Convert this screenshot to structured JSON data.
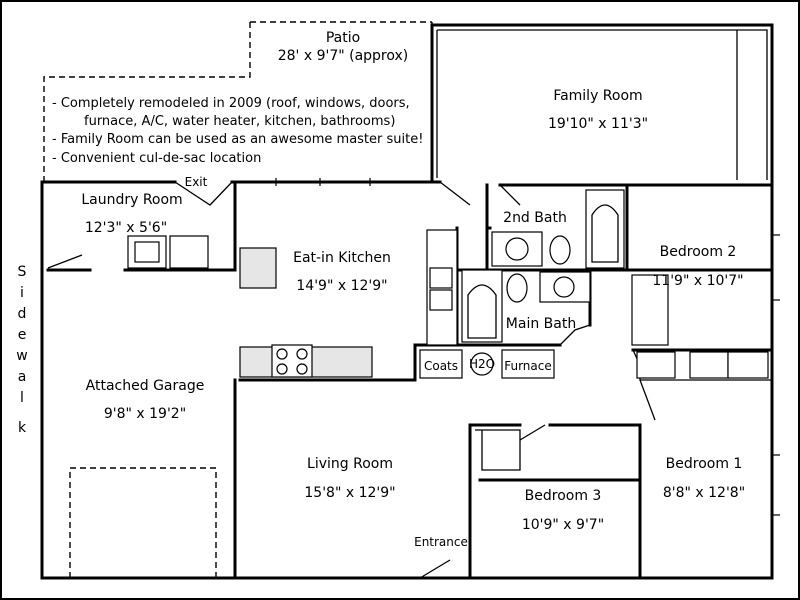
{
  "patio": {
    "name": "Patio",
    "size": "28' x 9'7\" (approx)"
  },
  "notes": [
    "- Completely remodeled in 2009 (roof, windows, doors,",
    "furnace, A/C, water heater, kitchen, bathrooms)",
    "- Family Room can be used as an awesome master suite!",
    "- Convenient cul-de-sac location"
  ],
  "rooms": {
    "family_room": {
      "name": "Family Room",
      "size": "19'10\" x 11'3\""
    },
    "laundry_room": {
      "name": "Laundry Room",
      "size": "12'3\" x 5'6\""
    },
    "kitchen": {
      "name": "Eat-in Kitchen",
      "size": "14'9\" x 12'9\""
    },
    "second_bath": {
      "name": "2nd Bath"
    },
    "main_bath": {
      "name": "Main Bath"
    },
    "bedroom_2": {
      "name": "Bedroom 2",
      "size": "11'9\" x 10'7\""
    },
    "garage": {
      "name": "Attached Garage",
      "size": "9'8\" x 19'2\""
    },
    "living_room": {
      "name": "Living Room",
      "size": "15'8\" x 12'9\""
    },
    "bedroom_3": {
      "name": "Bedroom 3",
      "size": "10'9\" x 9'7\""
    },
    "bedroom_1": {
      "name": "Bedroom 1",
      "size": "8'8\" x 12'8\""
    }
  },
  "closets": {
    "coats": "Coats",
    "water_heater": "H2O",
    "furnace": "Furnace"
  },
  "labels": {
    "exit": "Exit",
    "entrance": "Entrance"
  },
  "sidewalk": [
    "S",
    "i",
    "d",
    "e",
    "w",
    "a",
    "l",
    "k"
  ]
}
